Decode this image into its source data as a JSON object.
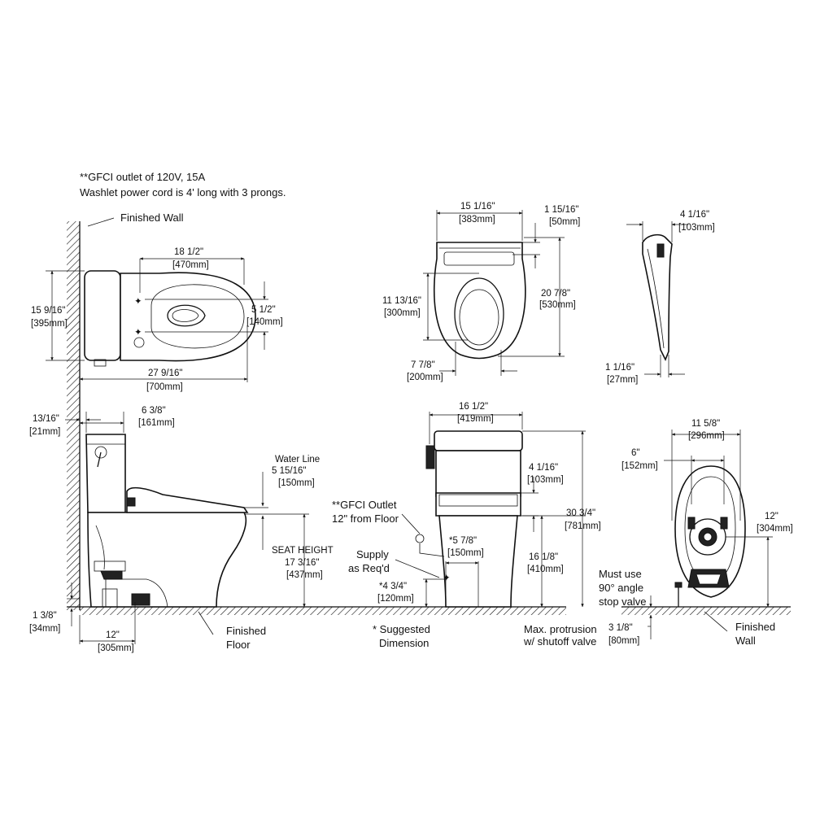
{
  "notes": {
    "line1": "**GFCI outlet of 120V, 15A",
    "line2": "Washlet power cord is 4' long with 3 prongs."
  },
  "top_view": {
    "finished_wall": "Finished Wall",
    "d_width_in": "18 1/2\"",
    "d_width_mm": "[470mm]",
    "d_height_in": "15 9/16\"",
    "d_height_mm": "[395mm]",
    "d_holes_in": "5 1/2\"",
    "d_holes_mm": "[140mm]",
    "d_length_in": "27 9/16\"",
    "d_length_mm": "[700mm]"
  },
  "seat_top": {
    "d_width_in": "15 1/16\"",
    "d_width_mm": "[383mm]",
    "d_back_in": "1 15/16\"",
    "d_back_mm": "[50mm]",
    "d_open_in": "11 13/16\"",
    "d_open_mm": "[300mm]",
    "d_length_in": "20 7/8\"",
    "d_length_mm": "[530mm]",
    "d_front_in": "7 7/8\"",
    "d_front_mm": "[200mm]"
  },
  "seat_side": {
    "d_top_in": "4 1/16\"",
    "d_top_mm": "[103mm]",
    "d_bottom_in": "1 1/16\"",
    "d_bottom_mm": "[27mm]"
  },
  "side_view": {
    "d_wall_in": "13/16\"",
    "d_wall_mm": "[21mm]",
    "d_tank_in": "6 3/8\"",
    "d_tank_mm": "[161mm]",
    "water_line": "Water Line",
    "d_water_in": "5 15/16\"",
    "d_water_mm": "[150mm]",
    "seat_height": "SEAT HEIGHT",
    "d_seat_in": "17 3/16\"",
    "d_seat_mm": "[437mm]",
    "d_floor_in": "1 3/8\"",
    "d_floor_mm": "[34mm]",
    "d_rough_in": "12\"",
    "d_rough_mm": "[305mm]",
    "finished_floor_1": "Finished",
    "finished_floor_2": "Floor"
  },
  "front_view": {
    "d_width_in": "16 1/2\"",
    "d_width_mm": "[419mm]",
    "gfci_1": "**GFCI Outlet",
    "gfci_2": "12\" from Floor",
    "supply_1": "Supply",
    "supply_2": "as Req'd",
    "d_supply_in": "*5 7/8\"",
    "d_supply_mm": "[150mm]",
    "d_supply_h_in": "*4 3/4\"",
    "d_supply_h_mm": "[120mm]",
    "d_lid_in": "4 1/16\"",
    "d_lid_mm": "[103mm]",
    "d_total_in": "30 3/4\"",
    "d_total_mm": "[781mm]",
    "d_bowl_in": "16 1/8\"",
    "d_bowl_mm": "[410mm]",
    "suggested_1": "* Suggested",
    "suggested_2": "Dimension",
    "protrusion_1": "Max. protrusion",
    "protrusion_2": "w/ shutoff valve"
  },
  "rear_view": {
    "d_width_in": "11 5/8\"",
    "d_width_mm": "[296mm]",
    "d_inner_in": "6\"",
    "d_inner_mm": "[152mm]",
    "d_height_in": "12\"",
    "d_height_mm": "[304mm]",
    "must_1": "Must use",
    "must_2": "90° angle",
    "must_3": "stop valve",
    "d_valve_in": "3 1/8\"",
    "d_valve_mm": "[80mm]",
    "finished_wall_1": "Finished",
    "finished_wall_2": "Wall"
  }
}
